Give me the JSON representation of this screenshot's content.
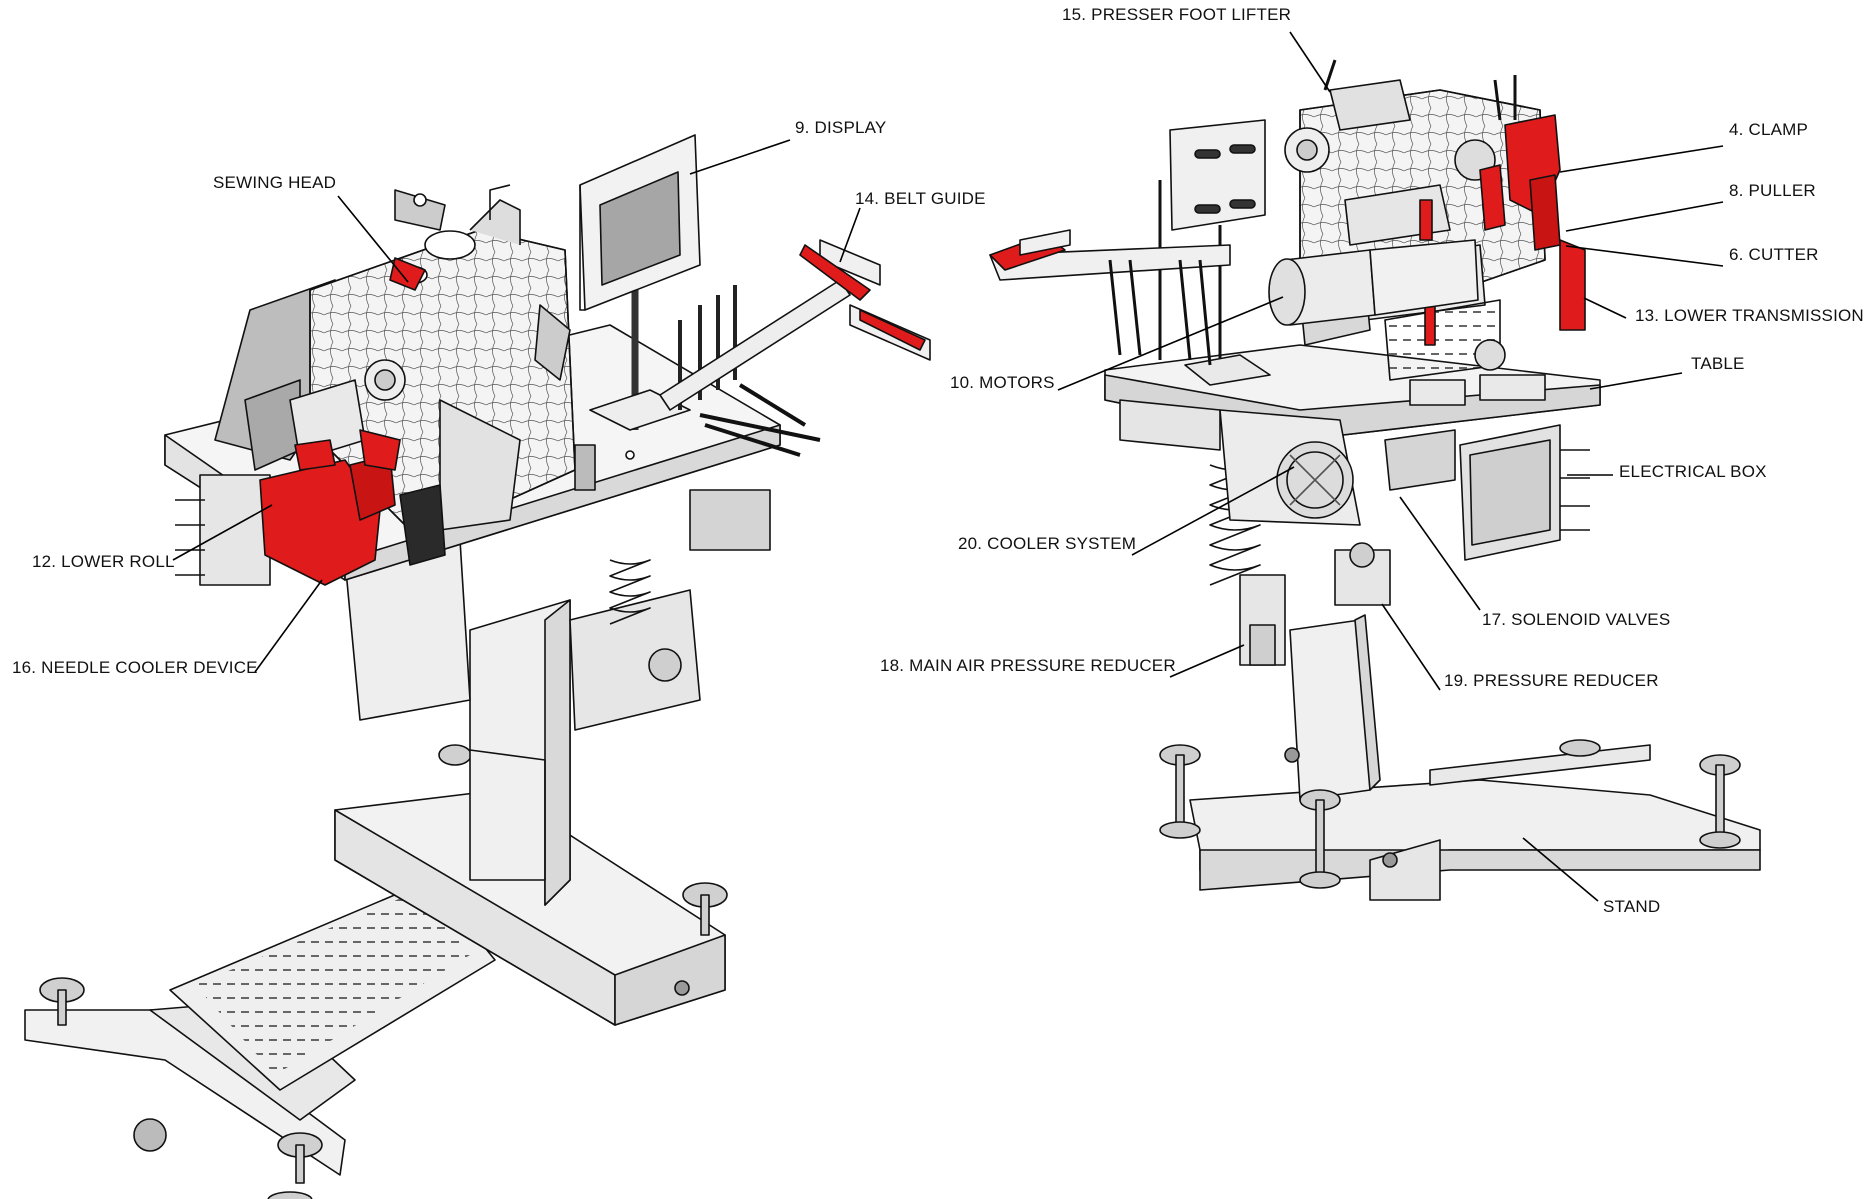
{
  "colors": {
    "line": "#111111",
    "metal": "#f3f3f3",
    "shade": "#d2d2d2",
    "dark": "#8c8c8c",
    "accent": "#e01b1b"
  },
  "labels": {
    "sewing_head": "SEWING HEAD",
    "display": "9. DISPLAY",
    "belt_guide": "14. BELT GUIDE",
    "lower_roll": "12. LOWER ROLL",
    "needle_cooler": "16. NEEDLE COOLER DEVICE",
    "presser_foot_lifter": "15. PRESSER FOOT LIFTER",
    "clamp": "4. CLAMP",
    "puller": "8. PULLER",
    "cutter": "6. CUTTER",
    "lower_transmission": "13. LOWER TRANSMISSION",
    "table": "TABLE",
    "motors": "10. MOTORS",
    "electrical_box": "ELECTRICAL BOX",
    "cooler_system": "20. COOLER SYSTEM",
    "solenoid_valves": "17. SOLENOID VALVES",
    "main_air_reducer": "18. MAIN AIR PRESSURE REDUCER",
    "pressure_reducer": "19. PRESSURE REDUCER",
    "stand": "STAND"
  }
}
